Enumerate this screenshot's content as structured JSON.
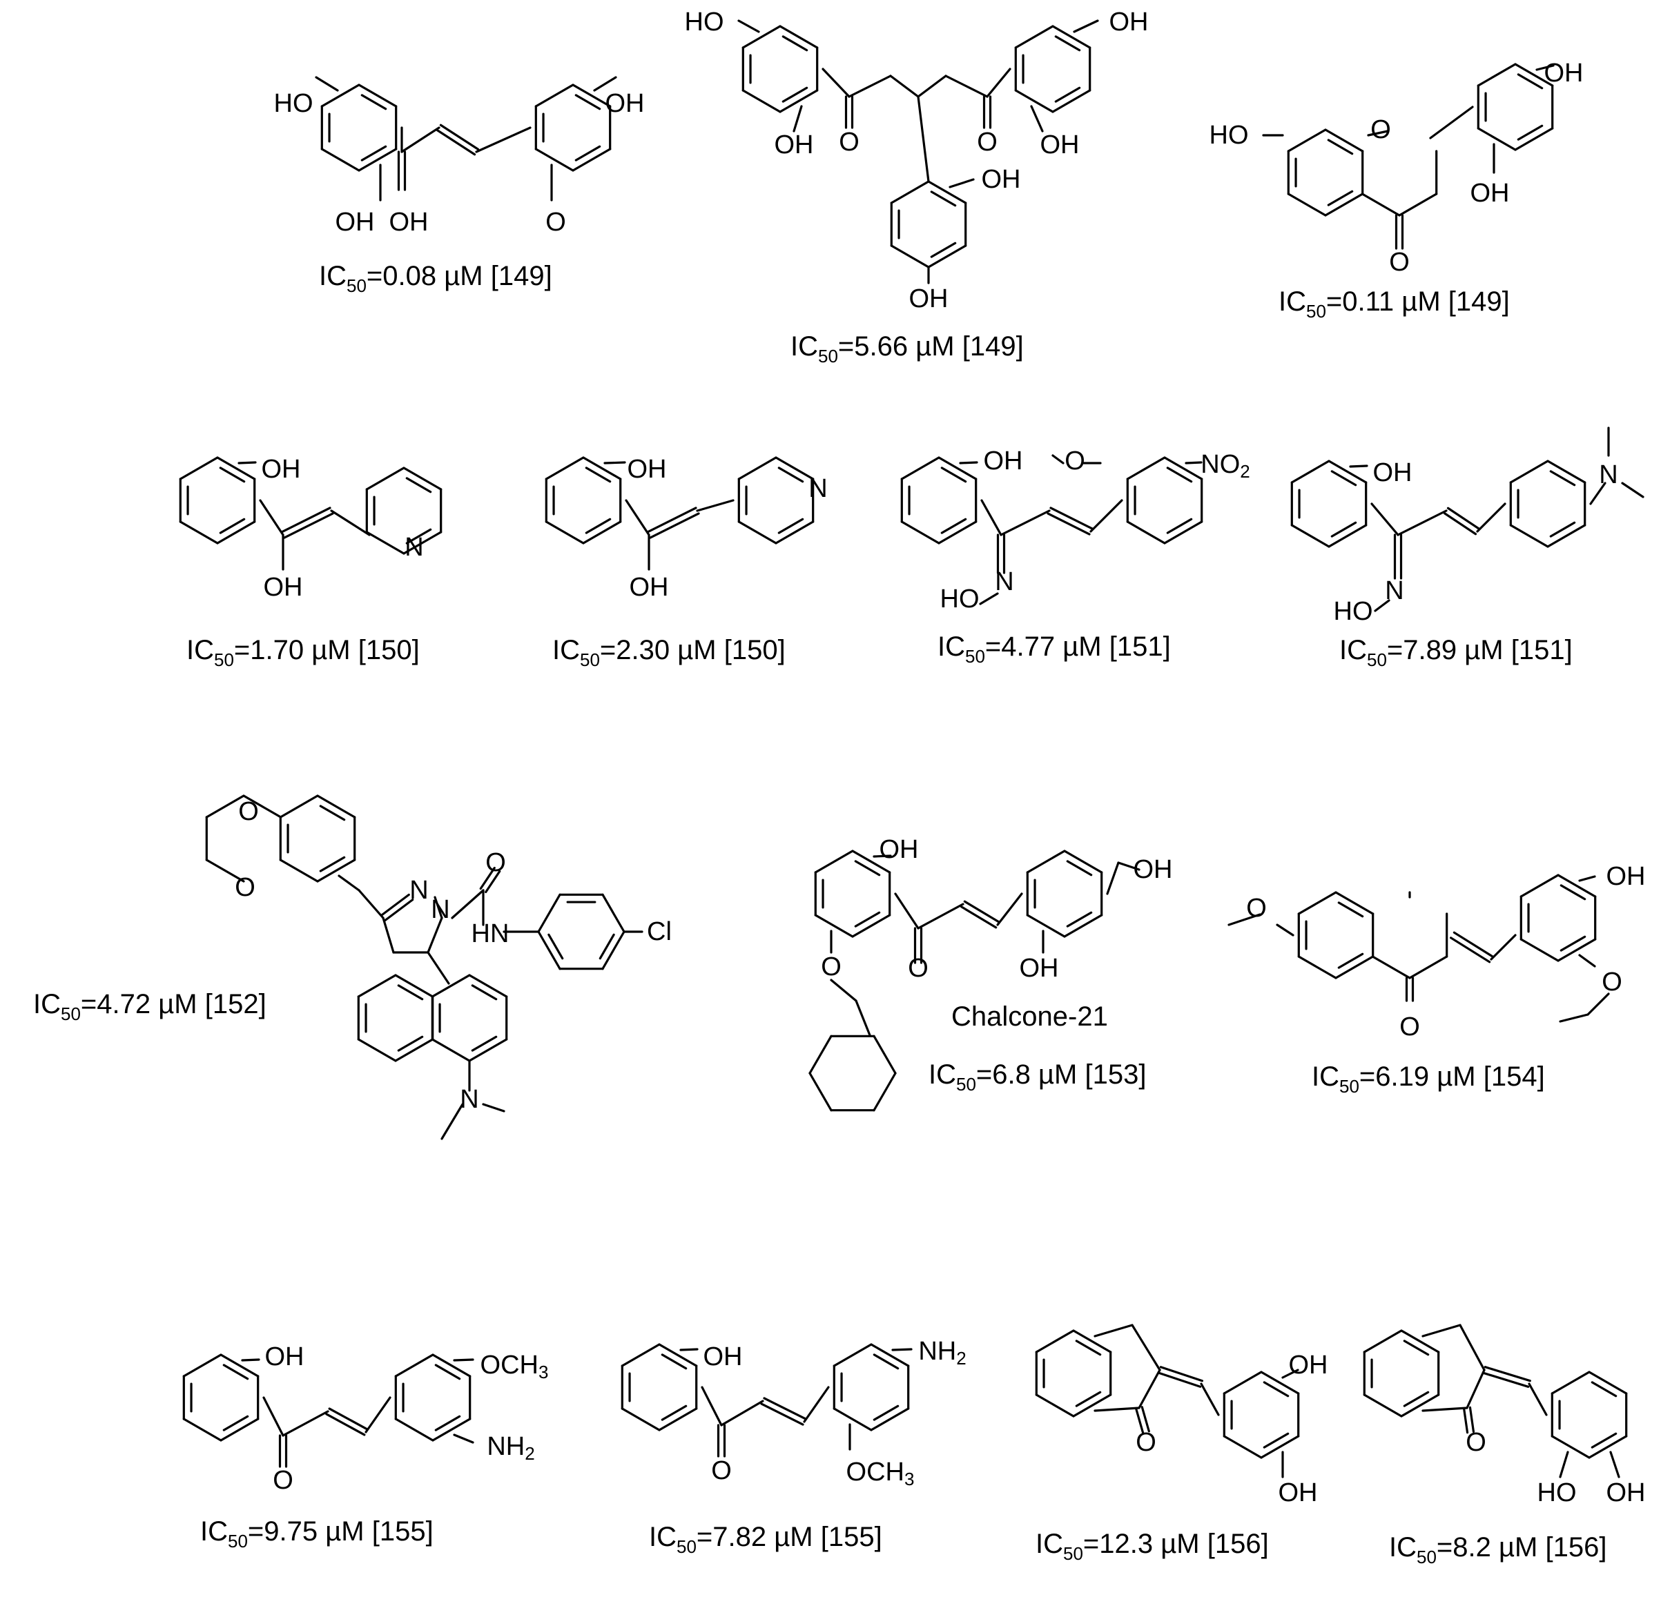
{
  "compounds": [
    {
      "ic50": "0.08",
      "ref": "[149]",
      "atoms": [
        "HO",
        "OH",
        "OH",
        "O",
        "OH"
      ]
    },
    {
      "ic50": "5.66",
      "ref": "[149]",
      "atoms": [
        "HO",
        "OH",
        "OH",
        "O",
        "O",
        "OH",
        "OH",
        "OH"
      ]
    },
    {
      "ic50": "0.11",
      "ref": "[149]",
      "atoms": [
        "HO",
        "O",
        "OH",
        "OH",
        "O"
      ]
    },
    {
      "ic50": "1.70",
      "ref": "[150]",
      "atoms": [
        "OH",
        "OH",
        "N"
      ]
    },
    {
      "ic50": "2.30",
      "ref": "[150]",
      "atoms": [
        "OH",
        "OH",
        "N"
      ]
    },
    {
      "ic50": "4.77",
      "ref": "[151]",
      "atoms": [
        "OH",
        "O",
        "NO2",
        "N",
        "HO"
      ]
    },
    {
      "ic50": "7.89",
      "ref": "[151]",
      "atoms": [
        "OH",
        "N",
        "N",
        "HO"
      ]
    },
    {
      "ic50": "4.72",
      "ref": "[152]",
      "atoms": [
        "O",
        "O",
        "N",
        "N",
        "O",
        "HN",
        "Cl",
        "N"
      ]
    },
    {
      "ic50": "6.8",
      "ref": "[153]",
      "name": "Chalcone-21",
      "atoms": [
        "OH",
        "OH",
        "O",
        "O",
        "OH"
      ]
    },
    {
      "ic50": "6.19",
      "ref": "[154]",
      "atoms": [
        "O",
        "OH",
        "O",
        "O"
      ]
    },
    {
      "ic50": "9.75",
      "ref": "[155]",
      "atoms": [
        "OH",
        "OCH3",
        "NH2",
        "O"
      ]
    },
    {
      "ic50": "7.82",
      "ref": "[155]",
      "atoms": [
        "OH",
        "NH2",
        "O",
        "OCH3"
      ]
    },
    {
      "ic50": "12.3",
      "ref": "[156]",
      "atoms": [
        "OH",
        "O",
        "OH"
      ]
    },
    {
      "ic50": "8.2",
      "ref": "[156]",
      "atoms": [
        "O",
        "HO",
        "OH"
      ]
    }
  ]
}
